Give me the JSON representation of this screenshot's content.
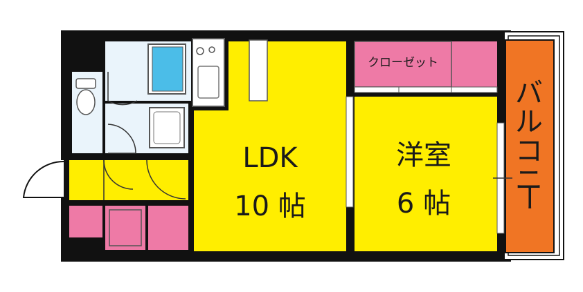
{
  "floorplan": {
    "ldk": {
      "name": "LDK",
      "size": "10 帖"
    },
    "western_room": {
      "name": "洋室",
      "size": "6 帖"
    },
    "closet": {
      "label": "クローゼット"
    },
    "balcony": {
      "label": [
        "バ",
        "ル",
        "コ",
        "ニ",
        "ー"
      ]
    },
    "colors": {
      "wall": "#111111",
      "ldk_fill": "#ffee00",
      "storage_fill": "#ee7aa6",
      "balcony_fill": "#f07524",
      "wet_area_fill": "#eaf4fb",
      "bathtub_fill": "#4bbde8"
    }
  }
}
